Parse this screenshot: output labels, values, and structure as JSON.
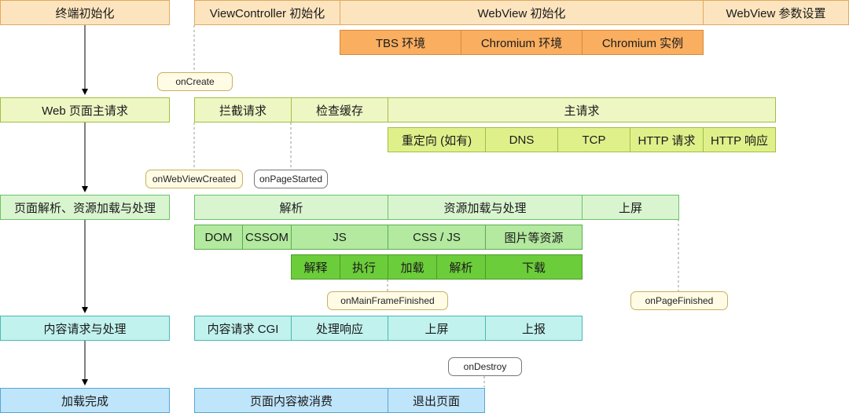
{
  "left_column": {
    "terminal_init": "终端初始化",
    "web_main_request": "Web 页面主请求",
    "page_parse": "页面解析、资源加载与处理",
    "content_request": "内容请求与处理",
    "load_complete": "加载完成"
  },
  "row1": {
    "viewcontroller_init": "ViewController 初始化",
    "webview_init": "WebView 初始化",
    "webview_params": "WebView 参数设置",
    "tbs_env": "TBS 环境",
    "chromium_env": "Chromium 环境",
    "chromium_instance": "Chromium 实例"
  },
  "row2": {
    "intercept_request": "拦截请求",
    "check_cache": "检查缓存",
    "main_request": "主请求",
    "redirect": "重定向 (如有)",
    "dns": "DNS",
    "tcp": "TCP",
    "http_request": "HTTP 请求",
    "http_response": "HTTP 响应"
  },
  "row3": {
    "parse": "解析",
    "resource_load": "资源加载与处理",
    "on_screen": "上屏",
    "dom": "DOM",
    "cssom": "CSSOM",
    "js": "JS",
    "css_js": "CSS / JS",
    "images": "图片等资源",
    "interpret": "解释",
    "execute": "执行",
    "load": "加载",
    "parse2": "解析",
    "download": "下载"
  },
  "row4": {
    "content_cgi": "内容请求 CGI",
    "handle_response": "处理响应",
    "on_screen": "上屏",
    "report": "上报"
  },
  "row5": {
    "consumed": "页面内容被消费",
    "exit_page": "退出页面"
  },
  "callbacks": {
    "on_create": "onCreate",
    "on_webview_created": "onWebViewCreated",
    "on_page_started": "onPageStarted",
    "on_main_frame_finished": "onMainFrameFinished",
    "on_page_finished": "onPageFinished",
    "on_destroy": "onDestroy"
  }
}
